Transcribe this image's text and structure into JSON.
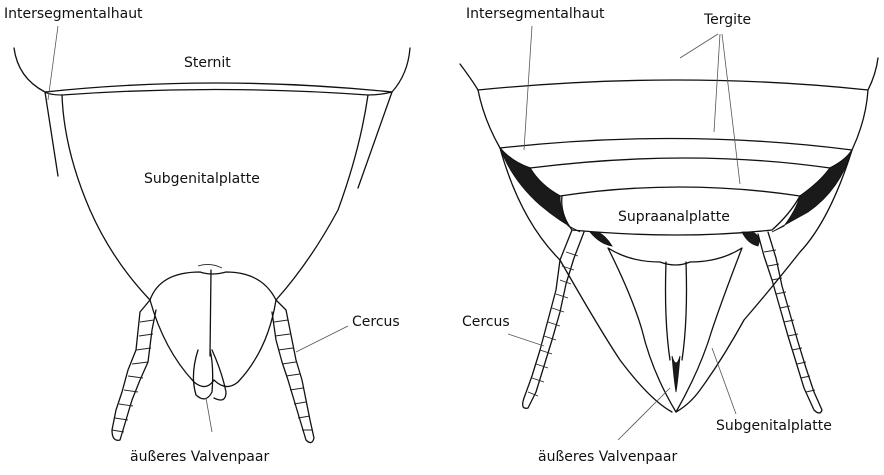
{
  "left_figure": {
    "labels": {
      "intersegmental": "Intersegmentalhaut",
      "sternit": "Sternit",
      "subgenitalplatte": "Subgenitalplatte",
      "cercus": "Cercus",
      "valven": "äußeres Valvenpaar"
    }
  },
  "right_figure": {
    "labels": {
      "intersegmental": "Intersegmentalhaut",
      "tergite": "Tergite",
      "supraanal": "Supraanalplatte",
      "cercus": "Cercus",
      "subgenitalplatte": "Subgenitalplatte",
      "valven": "äußeres Valvenpaar"
    }
  }
}
